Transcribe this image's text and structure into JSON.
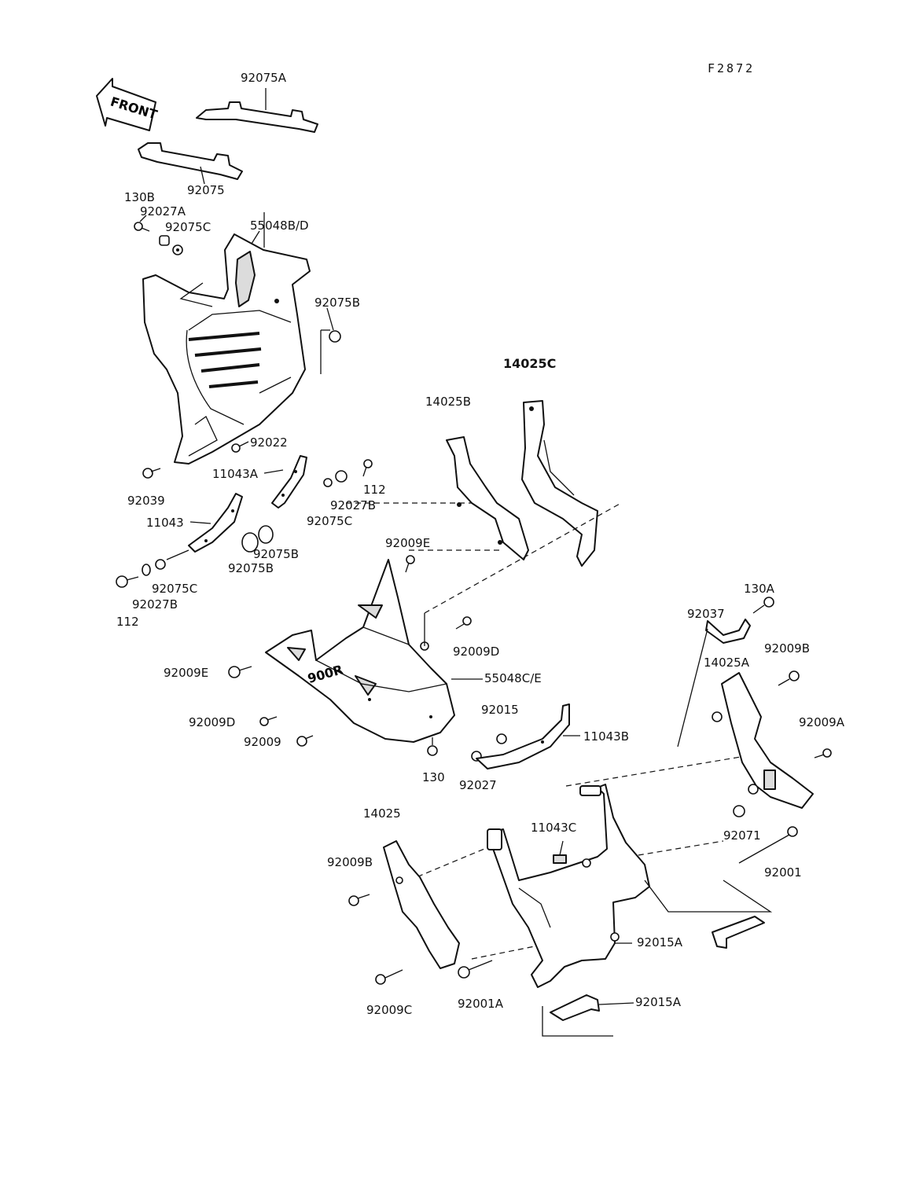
{
  "diagram": {
    "code": "F2872",
    "front_label": "FRONT",
    "badge_text": "900R",
    "labels": {
      "p92075A": "92075A",
      "p92075": "92075",
      "p130B": "130B",
      "p92027A": "92027A",
      "p92075C_top": "92075C",
      "p55048BD": "55048B/D",
      "p92075B_top": "92075B",
      "p92022": "92022",
      "p92039": "92039",
      "p11043A": "11043A",
      "p112_top": "112",
      "p92027B_top": "92027B",
      "p92075C_mid": "92075C",
      "p11043": "11043",
      "p92075B_mid1": "92075B",
      "p92075B_mid2": "92075B",
      "p92075C_low": "92075C",
      "p92027B_low": "92027B",
      "p112_low": "112",
      "p14025B": "14025B",
      "p14025C": "14025C",
      "p92009E_top": "92009E",
      "p92009D_right": "92009D",
      "p55048CE": "55048C/E",
      "p92009E_left": "92009E",
      "p92009D_left": "92009D",
      "p92009": "92009",
      "p130": "130",
      "p92027": "92027",
      "p92015": "92015",
      "p11043B": "11043B",
      "p92037": "92037",
      "p130A": "130A",
      "p92009B_right": "92009B",
      "p14025A": "14025A",
      "p92009A": "92009A",
      "p92071": "92071",
      "p92001": "92001",
      "p14025": "14025",
      "p11043C": "11043C",
      "p92009B_left": "92009B",
      "p92015A_right": "92015A",
      "p92009C": "92009C",
      "p92001A": "92001A",
      "p92015A_bottom": "92015A"
    }
  }
}
